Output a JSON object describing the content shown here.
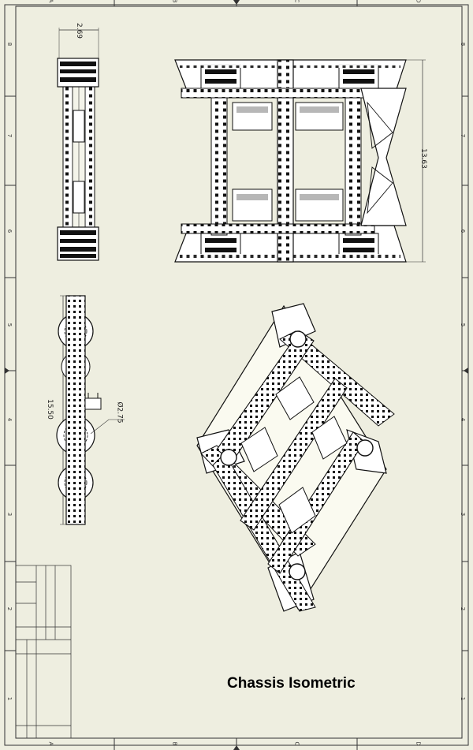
{
  "sheet": {
    "border_color": "#333333",
    "background": "#eeeee0",
    "zones_horizontal": [
      "A",
      "B",
      "C",
      "D"
    ],
    "zones_vertical": [
      "8",
      "7",
      "6",
      "5",
      "4",
      "3",
      "2",
      "1"
    ]
  },
  "views": {
    "side_view": {
      "width_dimension": "2.69"
    },
    "top_view": {
      "height_dimension": "13.63"
    },
    "end_view": {
      "length_dimension": "15.50",
      "wheel_diameter": "Ø2.75"
    },
    "isometric_view": {
      "caption": "Chassis Isometric"
    }
  }
}
